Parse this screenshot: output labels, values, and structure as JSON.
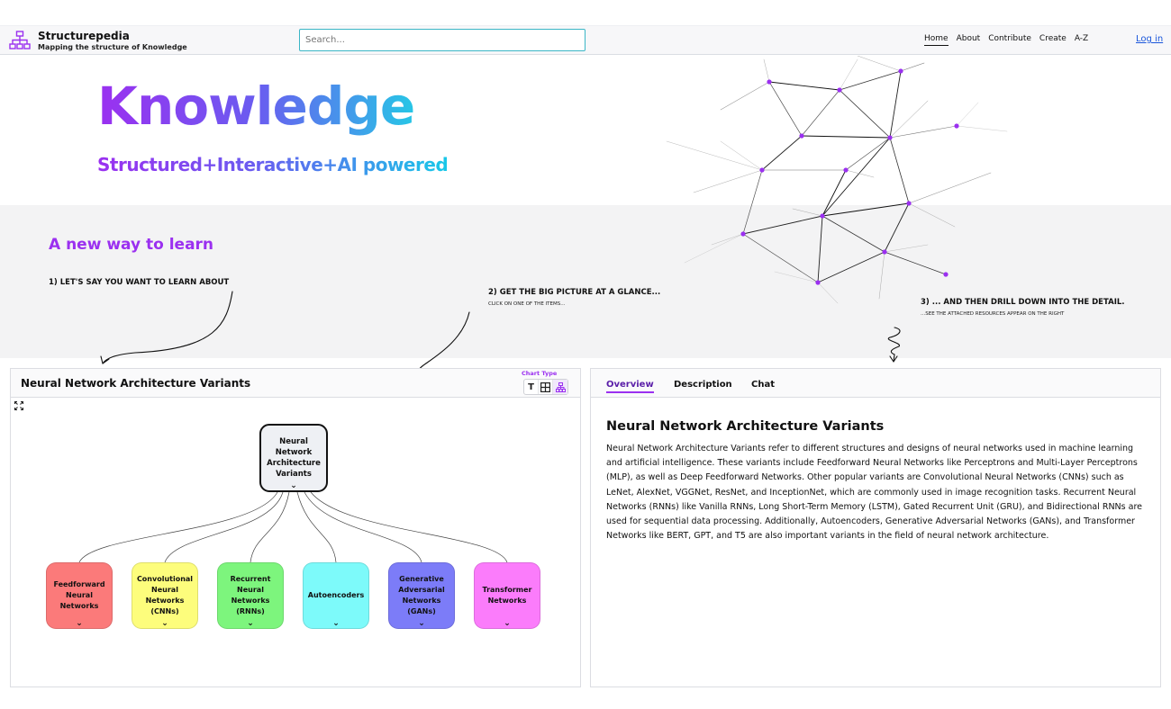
{
  "header": {
    "brand": "Structurepedia",
    "tagline": "Mapping the structure of Knowledge",
    "search_placeholder": "Search...",
    "nav": [
      "Home",
      "About",
      "Contribute",
      "Create",
      "A-Z"
    ],
    "active_nav": "Home",
    "login": "Log in"
  },
  "hero": {
    "title": "Knowledge",
    "subtitle": "Structured+Interactive+AI powered"
  },
  "intro": {
    "heading": "A new way to learn",
    "step1": "1) LET'S SAY YOU WANT TO LEARN ABOUT",
    "step2": "2) GET THE BIG PICTURE AT A GLANCE...",
    "step2_sub": "CLICK ON ONE OF THE ITEMS...",
    "step3": "3) ... AND THEN DRILL DOWN INTO THE DETAIL.",
    "step3_sub": "...SEE THE ATTACHED RESOURCES APPEAR ON THE RIGHT"
  },
  "chart_panel": {
    "title": "Neural Network Architecture Variants",
    "chart_type_label": "Chart Type",
    "chart_type_buttons": [
      "T",
      "grid-icon",
      "tree-icon"
    ],
    "root": "Neural Network Architecture Variants",
    "children": [
      {
        "label": "Feedforward Neural Networks",
        "color": "#fb7a7a"
      },
      {
        "label": "Convolutional Neural Networks (CNNs)",
        "color": "#fdfd7c"
      },
      {
        "label": "Recurrent Neural Networks (RNNs)",
        "color": "#7df57d"
      },
      {
        "label": "Autoencoders",
        "color": "#7dfafa"
      },
      {
        "label": "Generative Adversarial Networks (GANs)",
        "color": "#7c7cf8"
      },
      {
        "label": "Transformer Networks",
        "color": "#fb7cfb"
      }
    ]
  },
  "detail_panel": {
    "tabs": [
      "Overview",
      "Description",
      "Chat"
    ],
    "active_tab": "Overview",
    "title": "Neural Network Architecture Variants",
    "body": "Neural Network Architecture Variants refer to different structures and designs of neural networks used in machine learning and artificial intelligence. These variants include Feedforward Neural Networks like Perceptrons and Multi-Layer Perceptrons (MLP), as well as Deep Feedforward Networks. Other popular variants are Convolutional Neural Networks (CNNs) such as LeNet, AlexNet, VGGNet, ResNet, and InceptionNet, which are commonly used in image recognition tasks. Recurrent Neural Networks (RNNs) like Vanilla RNNs, Long Short-Term Memory (LSTM), Gated Recurrent Unit (GRU), and Bidirectional RNNs are used for sequential data processing. Additionally, Autoencoders, Generative Adversarial Networks (GANs), and Transformer Networks like BERT, GPT, and T5 are also important variants in the field of neural network architecture."
  },
  "colors": {
    "accent": "#9b30f0",
    "gradient_end": "#27c6e6",
    "link": "#1a56db",
    "network_node": "#9b30f0"
  }
}
